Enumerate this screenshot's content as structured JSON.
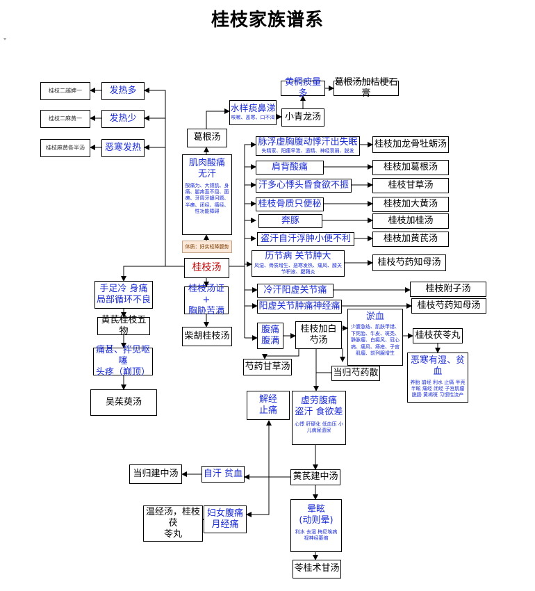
{
  "title": "桂枝家族谱系",
  "root": "桂枝汤",
  "note": "体质：好实轻降腹势",
  "left": {
    "fever_more": "发热多",
    "fever_less": "发热少",
    "aversion": "恶寒发热",
    "fever_more_formula": "桂枝二越婢一",
    "fever_less_formula": "桂枝二麻黄一",
    "aversion_formula": "桂枝麻黄各半汤"
  },
  "top": {
    "gegen": "葛根汤",
    "muscle_title_1": "肌肉酸痛",
    "muscle_title_2": "无汗",
    "muscle_detail": "酸痛为、大颈肌、身痛、腿疼直不屈、面瘫、牙周牙龈问题、半瘫、闭经、痛经、性功能障碍",
    "shuiyang": "水样痰鼻涕",
    "shuiyang_detail": "咳嗽、恶寒、口不渴",
    "xiaoqinglong": "小青龙汤",
    "huangchou": "黄稠痰量多",
    "gegen_plus": "葛根汤加桔梗石膏"
  },
  "right": {
    "c1_title": "脉浮虚胸腹动悸汗出失眠",
    "c1_detail": "失精家、阳痿早泄、遗精、神经衰弱、脱发",
    "c1_formula": "桂枝加龙骨牡蛎汤",
    "c2": "肩背酸痛",
    "c2_formula": "桂枝加葛根汤",
    "c3": "汗多心悸头昏食欲不振",
    "c3_formula": "桂枝甘草汤",
    "c4": "桂枝骨质只便秘",
    "c4_formula": "桂枝加大黄汤",
    "c5": "奔豚",
    "c5_formula": "桂枝加桂汤",
    "c6": "盗汗自汗浮肿小便不利",
    "c6_formula": "桂枝加黄芪汤",
    "c7_title": "历节病 关节肿大",
    "c7_detail": "风湿、骨质增生、恶寒发热、痛风、膝关节积液、腱鞘炎",
    "c7_formula": "桂枝芍药知母汤",
    "c8": "冷汗阳虚关节痛",
    "c8_formula": "桂枝附子汤",
    "c9": "阳虚关节肿痛神经痛",
    "c9_formula": "桂枝芍药知母汤"
  },
  "middle": {
    "xiongxie_1": "桂枝汤证+",
    "xiongxie_2": "胸胁苦满",
    "chaihu": "柴胡桂枝汤",
    "shoujue_1": "手足冷 身痛",
    "shoujue_2": "局部循环不良",
    "huangqi_wuwu": "黄芪桂枝五物",
    "tongjing_1": "痛甚、拌见呕噻",
    "tongjing_2": "头疼（巅顶）",
    "wuzhuyu": "吴茱萸汤",
    "futong_1": "腹痛",
    "futong_2": "腹满",
    "jiashaoyao_1": "桂枝加白",
    "jiashaoyao_2": "芍汤",
    "yuxue_title": "淤血",
    "yuxue_detail": "少腹急结、肌肤甲错、下死胎、牛皮、斑秃、静脉瘤、白癜风、冠心病、痛风、痔疮、子宫肌瘤、前列腺增生",
    "fuling": "桂枝茯苓丸",
    "eshi_title": "恶寒有湿、贫血",
    "eshi_detail": "养胎 崩经 利水 止痛 半壳 半眩 痛经 闭经 子宫肌瘤 脱肠 黄褐斑 习惯性流产",
    "danggui_shaoyao": "当归芍药散",
    "shaoyao_gancao": "芍药甘草汤",
    "jiejing_1": "解经",
    "jiejing_2": "止痛",
    "xulao_1": "虚劳腹痛",
    "xulao_2": "盗汗 食欲差",
    "xulao_detail": "心悸 肝硬化 低血压 小儿病尿遗尿",
    "huangqi_jianzhong": "黄芪建中汤",
    "zihan": "自汗 贫血",
    "danggui_jianzhong": "当归建中汤",
    "renshen_1": "妇女腹痛",
    "renshen_2": "月经痛",
    "wenjing_1": "温经汤，桂枝茯",
    "wenjing_2": "苓丸",
    "xuanyun_1": "晕眩",
    "xuanyun_2": "(动则晕)",
    "xuanyun_detail": "利水 去湿 梅尼埃病 视神经萎缩",
    "linggui": "苓桂术甘汤"
  }
}
